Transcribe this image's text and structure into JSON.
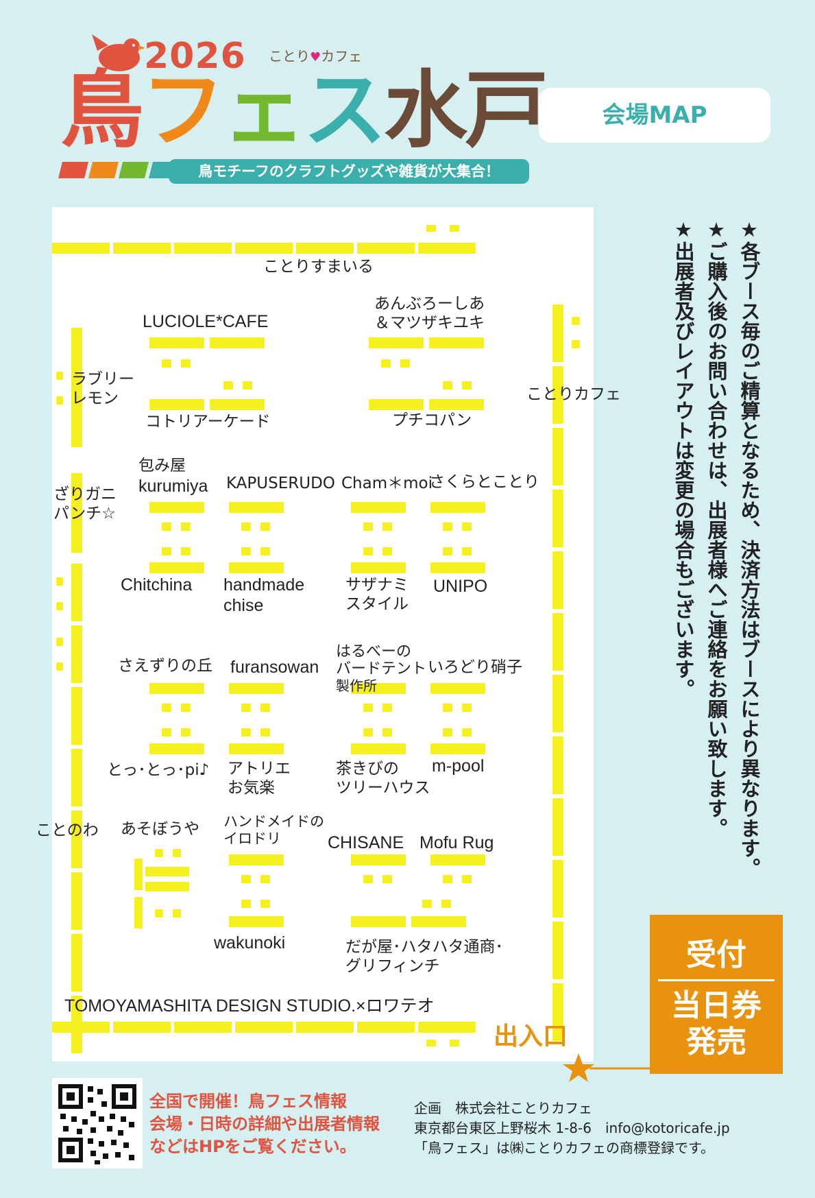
{
  "header": {
    "year": "2026",
    "brand_small_a": "ことり",
    "brand_small_b": "カフェ",
    "logo_chars": [
      {
        "text": "鳥",
        "color": "#e0533f"
      },
      {
        "text": "フ",
        "color": "#ef8a1a"
      },
      {
        "text": "ェ",
        "color": "#74b82f"
      },
      {
        "text": "ス",
        "color": "#3aafab"
      },
      {
        "text": "水",
        "color": "#6b4a37"
      },
      {
        "text": "戸",
        "color": "#6b4a37"
      }
    ],
    "tagline": "鳥モチーフのクラフトグッズや雑貨が大集合！",
    "map_button": "会場MAP"
  },
  "colors": {
    "booth_yellow": "#f5ef1f",
    "teal": "#3aafab",
    "orange": "#e9920e",
    "red": "#e0533f",
    "background": "#d6eff1"
  },
  "map": {
    "labels": {
      "kotorisumairu": "ことりすまいる",
      "luciole": "LUCIOLE*CAFE",
      "anburo_1": "あんぶろーしあ",
      "anburo_2": "＆マツザキユキ",
      "lovely_1": "ラブリー",
      "lovely_2": "レモン",
      "kotoria": "コトリアーケード",
      "puchikopan": "プチコパン",
      "kotoricafe": "ことりカフェ",
      "tsutsumiya_1": "包み屋",
      "tsutsumiya_2": "kurumiya",
      "kapuserudo": "KAPUSERUDO",
      "chammoi": "Cham＊moi",
      "sakura": "さくらとことり",
      "zarigani_1": "ざりガニ",
      "zarigani_2": "パンチ☆",
      "chitchina": "Chitchina",
      "handmade_1": "handmade",
      "handmade_2": "chise",
      "sazanami_1": "サザナミ",
      "sazanami_2": "スタイル",
      "unipo": "UNIPO",
      "saezuri": "さえずりの丘",
      "furansowan": "furansowan",
      "harube_1": "はるべーの",
      "harube_2": "バードテント",
      "harube_3": "製作所",
      "irodori_glass": "いろどり硝子",
      "totto": "とっ･とっ･pi♪",
      "atorie_1": "アトリエ",
      "atorie_2": "お気楽",
      "chakibi_1": "茶きびの",
      "chakibi_2": "ツリーハウス",
      "mpool": "m-pool",
      "kotonowa": "ことのわ",
      "asobouya": "あそぼうや",
      "handmade_irodori_1": "ハンドメイドの",
      "handmade_irodori_2": "イロドリ",
      "chisane": "CHISANE",
      "mofurug": "Mofu Rug",
      "wakunoki": "wakunoki",
      "dagaya_1": "だが屋･ハタハタ通商･",
      "dagaya_2": "グリフィンチ",
      "tomoyama": "TOMOYAMASHITA DESIGN STUDIO.×ロワテオ"
    },
    "exit": "出入口"
  },
  "notes": [
    "★各ブース毎のご精算となるため、決済方法はブースにより異なります。",
    "★ご購入後のお問い合わせは、出展者様へご連絡をお願い致します。",
    "★出展者及びレイアウトは変更の場合もございます。"
  ],
  "reception": {
    "title": "受付",
    "line1": "当日券",
    "line2": "発売"
  },
  "footer": {
    "info": [
      "全国で開催！鳥フェス情報",
      "会場・日時の詳細や出展者情報",
      "などはHPをご覧ください。"
    ],
    "company": [
      "企画　株式会社ことりカフェ",
      "東京都台東区上野桜木 1-8-6　info@kotoricafe.jp",
      "「鳥フェス」は㈱ことりカフェの商標登録です。"
    ]
  }
}
